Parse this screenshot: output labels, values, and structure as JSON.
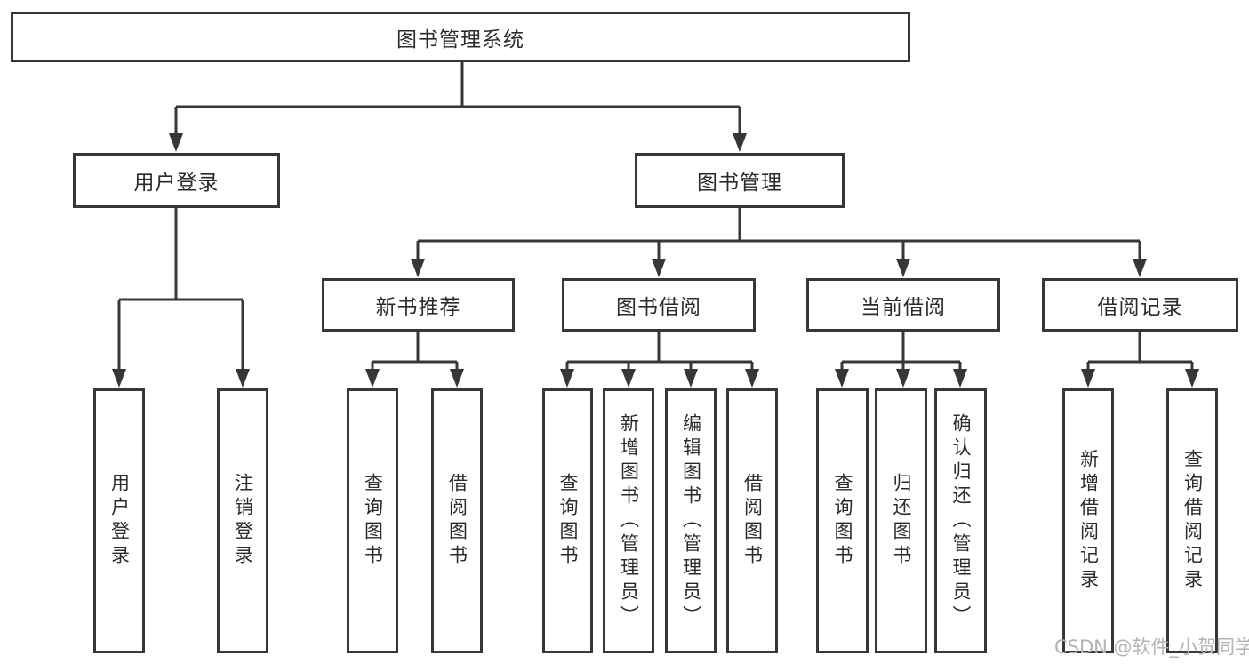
{
  "diagram": {
    "root": {
      "label": "图书管理系统"
    },
    "user_login": {
      "label": "用户登录",
      "children": [
        {
          "label": "用户登录"
        },
        {
          "label": "注销登录"
        }
      ]
    },
    "book_management": {
      "label": "图书管理",
      "sections": [
        {
          "label": "新书推荐",
          "children": [
            {
              "label": "查询图书"
            },
            {
              "label": "借阅图书"
            }
          ]
        },
        {
          "label": "图书借阅",
          "children": [
            {
              "label": "查询图书"
            },
            {
              "label": "新增图书（管理员）"
            },
            {
              "label": "编辑图书（管理员）"
            },
            {
              "label": "借阅图书"
            }
          ]
        },
        {
          "label": "当前借阅",
          "children": [
            {
              "label": "查询图书"
            },
            {
              "label": "归还图书"
            },
            {
              "label": "确认归还（管理员）"
            }
          ]
        },
        {
          "label": "借阅记录",
          "children": [
            {
              "label": "新增借阅记录"
            },
            {
              "label": "查询借阅记录"
            }
          ]
        }
      ]
    },
    "watermark": "CSDN @软件_小贺同学"
  }
}
